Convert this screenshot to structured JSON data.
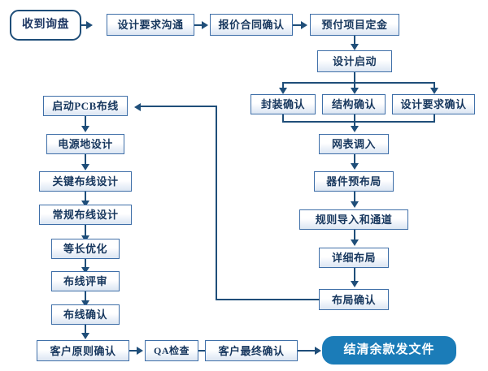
{
  "diagram": {
    "title_implied": "PCB设计项目流程图",
    "accent_color": "#1f4e79",
    "node_border_color": "#3f6fa8",
    "finish_fill_color": "#1b7cb8",
    "text_color": "#17375e"
  },
  "nodes": {
    "start": {
      "label": "收到询盘"
    },
    "top_row": [
      {
        "label": "设计要求沟通"
      },
      {
        "label": "报价合同确认"
      },
      {
        "label": "预付项目定金"
      }
    ],
    "design_start": {
      "label": "设计启动"
    },
    "confirm_row": [
      {
        "label": "封装确认"
      },
      {
        "label": "结构确认"
      },
      {
        "label": "设计要求确认"
      }
    ],
    "right_column": [
      {
        "label": "网表调入"
      },
      {
        "label": "器件预布局"
      },
      {
        "label": "规则导入和通道"
      },
      {
        "label": "详细布局"
      },
      {
        "label": "布局确认"
      }
    ],
    "left_column": [
      {
        "label": "启动PCB布线"
      },
      {
        "label": "电源地设计"
      },
      {
        "label": "关键布线设计"
      },
      {
        "label": "常规布线设计"
      },
      {
        "label": "等长优化"
      },
      {
        "label": "布线评审"
      },
      {
        "label": "布线确认"
      }
    ],
    "bottom_row": [
      {
        "label": "客户原则确认"
      },
      {
        "label": "QA检查"
      },
      {
        "label": "客户最终确认"
      }
    ],
    "finish": {
      "label": "结清余款发文件"
    }
  }
}
